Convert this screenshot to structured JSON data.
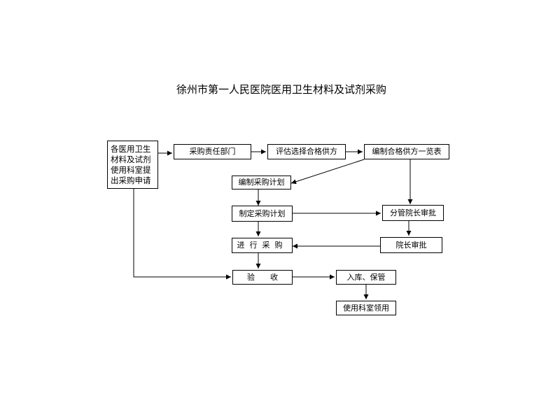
{
  "title": "徐州市第一人民医院医用卫生材料及试剂采购",
  "nodes": {
    "request": "各医用卫生材料及试剂使用科室提出采购申请",
    "purchasing_dept": "采购责任部门",
    "evaluate": "评估选择合格供方",
    "supplier_list": "编制合格供方一览表",
    "compile_plan": "编制采购计划",
    "make_plan": "制定采购计划",
    "vice_approval": "分管院长审批",
    "president_approval": "院长审批",
    "procure": "进行采购",
    "inspect": "验　　收",
    "storage": "入库、保管",
    "dept_use": "使用科室领用"
  },
  "colors": {
    "line": "#000000",
    "box_border": "#000000",
    "background": "#ffffff"
  }
}
